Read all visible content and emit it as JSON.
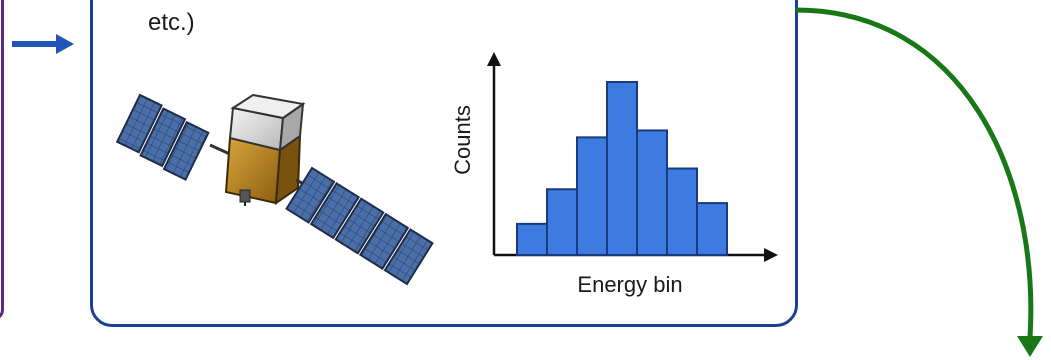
{
  "caption_text": "etc.)",
  "histogram": {
    "xlabel": "Energy bin",
    "ylabel": "Counts",
    "bar_heights": [
      0.18,
      0.38,
      0.68,
      1.0,
      0.72,
      0.5,
      0.3
    ],
    "bar_color": "#3d7be0",
    "bar_stroke": "#1a3a80"
  },
  "colors": {
    "box_border": "#1c3f96",
    "left_arrow": "#2255b8",
    "flow_arrow": "#187818",
    "bracket": "#5b2a86"
  },
  "icons": {
    "incoming_arrow": "arrow-right-icon",
    "flow_arrow": "curved-arrow-down-icon",
    "spacecraft": "satellite-icon"
  }
}
